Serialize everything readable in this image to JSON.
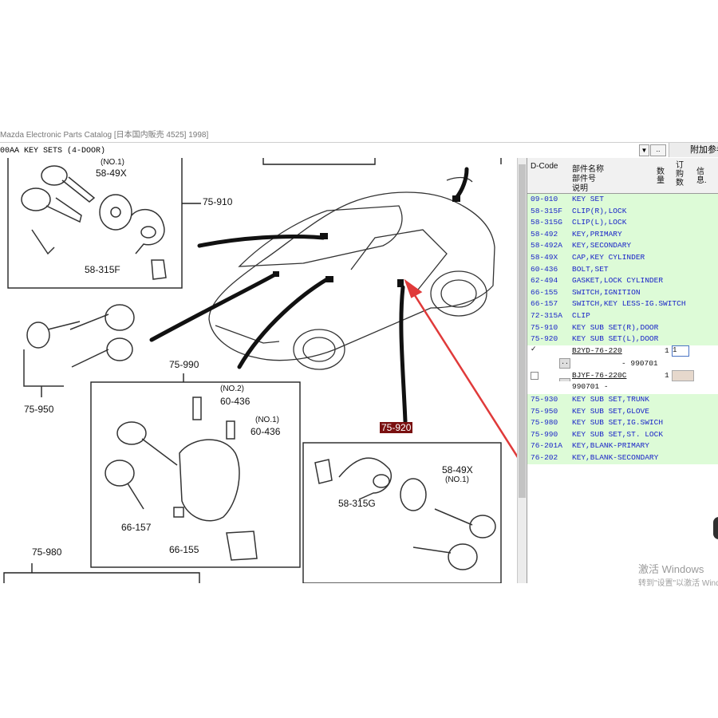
{
  "window": {
    "title": "Mazda Electronic Parts Catalog  [日本国内販売 4525] 1998]",
    "heading": "00AA  KEY SETS (4-DOOR)",
    "dots_label": "..",
    "tab_label": "附加参考"
  },
  "diagram": {
    "labels": {
      "no1_top": "(NO.1)",
      "p58_49x_top": "58-49X",
      "p75_910": "75-910",
      "p58_315f": "58-315F",
      "p75_950": "75-950",
      "p75_990": "75-990",
      "no2": "(NO.2)",
      "p60_436_a": "60-436",
      "no1_mid": "(NO.1)",
      "p60_436_b": "60-436",
      "p66_157": "66-157",
      "p66_155": "66-155",
      "p75_980": "75-980",
      "p75_920": "75-920",
      "p58_49x_bottom": "58-49X",
      "no1_bottom": "(NO.1)",
      "p58_315g": "58-315G"
    }
  },
  "parts_panel": {
    "headers": {
      "dcode": "D-Code",
      "name": "部件名称",
      "partno": "部件号",
      "note": "说明",
      "qty": "数量",
      "order": "订购数",
      "info": "信息."
    },
    "rows": [
      {
        "code": "09-010",
        "desc": "KEY SET"
      },
      {
        "code": "58-315F",
        "desc": "CLIP(R),LOCK"
      },
      {
        "code": "58-315G",
        "desc": "CLIP(L),LOCK"
      },
      {
        "code": "58-492",
        "desc": "KEY,PRIMARY"
      },
      {
        "code": "58-492A",
        "desc": "KEY,SECONDARY"
      },
      {
        "code": "58-49X",
        "desc": "CAP,KEY CYLINDER"
      },
      {
        "code": "60-436",
        "desc": "BOLT,SET"
      },
      {
        "code": "62-494",
        "desc": "GASKET,LOCK CYLINDER"
      },
      {
        "code": "66-155",
        "desc": "SWITCH,IGNITION"
      },
      {
        "code": "66-157",
        "desc": "SWITCH,KEY LESS-IG.SWITCH"
      },
      {
        "code": "72-315A",
        "desc": "CLIP"
      },
      {
        "code": "75-910",
        "desc": "KEY SUB SET(R),DOOR"
      },
      {
        "code": "75-920",
        "desc": "KEY SUB SET(L),DOOR"
      }
    ],
    "sub_items": [
      {
        "partno": "B2YD-76-220",
        "qty": "1",
        "order": "1",
        "btn": "..",
        "date": "- 990701",
        "check": "✓"
      },
      {
        "partno": "BJYF-76-220C",
        "qty": "1",
        "order": "",
        "btn": "..",
        "date": "990701  -",
        "check": ""
      }
    ],
    "rows2": [
      {
        "code": "75-930",
        "desc": "KEY SUB SET,TRUNK"
      },
      {
        "code": "75-950",
        "desc": "KEY SUB SET,GLOVE"
      },
      {
        "code": "75-980",
        "desc": "KEY SUB SET,IG.SWICH"
      },
      {
        "code": "75-990",
        "desc": "KEY SUB SET,ST. LOCK"
      },
      {
        "code": "76-201A",
        "desc": "KEY,BLANK-PRIMARY"
      },
      {
        "code": "76-202",
        "desc": "KEY,BLANK-SECONDARY"
      }
    ]
  },
  "watermark": {
    "line1": "激活 Windows",
    "line2": "转到\"设置\"以激活 Windows"
  },
  "colors": {
    "row_bg": "#ddfbd7",
    "row_text": "#1a24c8",
    "highlight": "#7a1010",
    "arrow": "#e03a3a"
  }
}
